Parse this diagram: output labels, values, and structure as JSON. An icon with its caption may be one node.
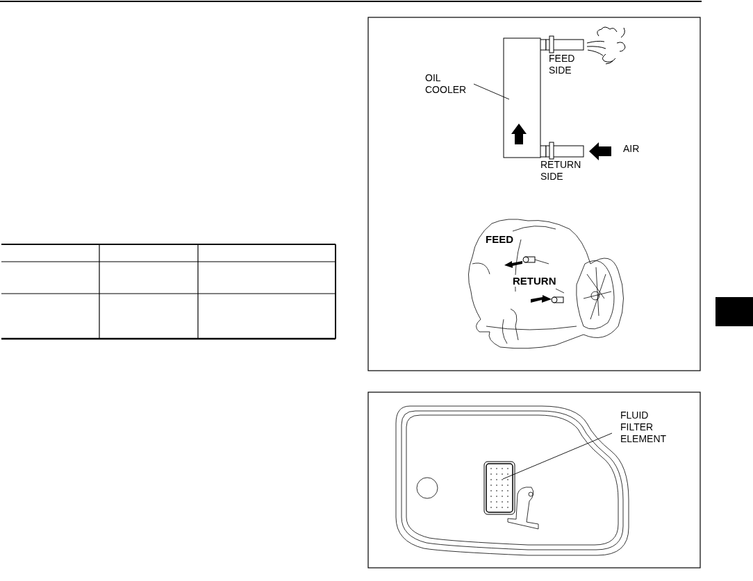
{
  "diagram": {
    "nodes": [
      {
        "text": [
          "OIL COOLER"
        ]
      },
      {
        "text": [],
        "shape": "box"
      },
      {
        "text": [
          "FLUID FILTER ELEMENT"
        ]
      },
      {
        "text": [],
        "shape": "box"
      }
    ],
    "edges": [
      {
        "from": 0,
        "to": 1,
        "arrow": "none"
      },
      {
        "from": 2,
        "to": 3,
        "arrow": "none"
      }
    ],
    "labels": [
      "FEED SIDE",
      "AIR",
      "RETURN SIDE",
      "FEED",
      "RETURN"
    ]
  }
}
